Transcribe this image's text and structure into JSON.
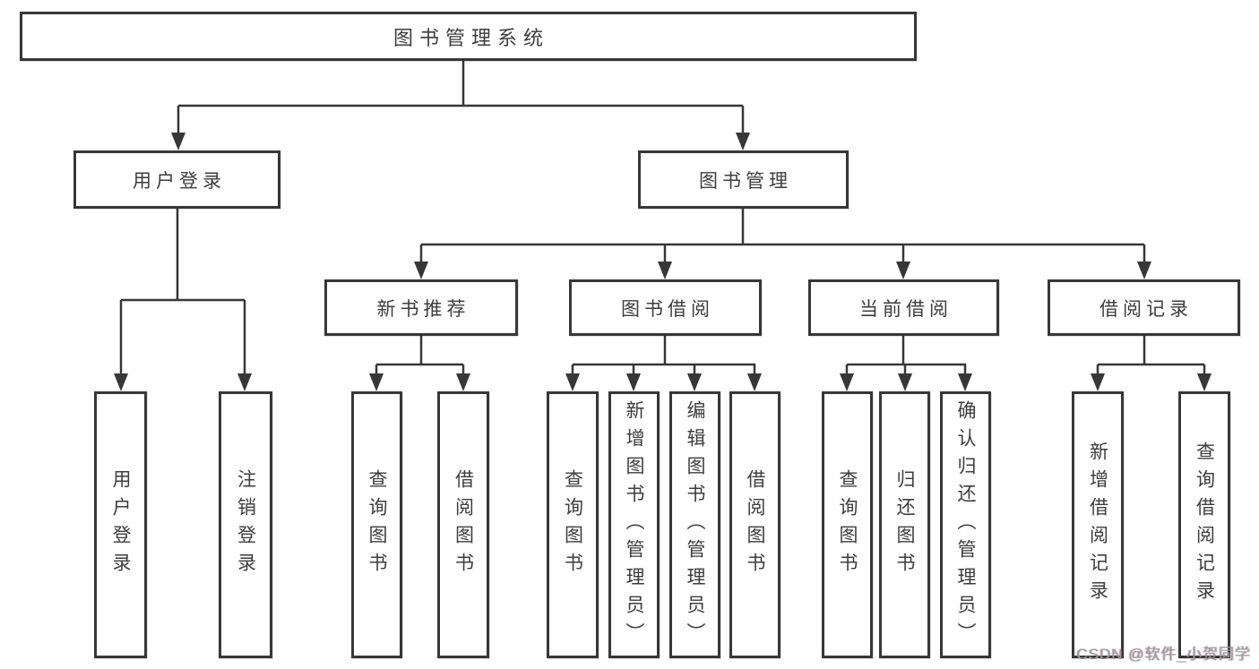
{
  "diagram_type": "tree",
  "tree": {
    "label": "图书管理系统",
    "children": [
      {
        "label": "用户登录",
        "children": [
          {
            "label": "用户登录"
          },
          {
            "label": "注销登录"
          }
        ]
      },
      {
        "label": "图书管理",
        "children": [
          {
            "label": "新书推荐",
            "children": [
              {
                "label": "查询图书"
              },
              {
                "label": "借阅图书"
              }
            ]
          },
          {
            "label": "图书借阅",
            "children": [
              {
                "label": "查询图书"
              },
              {
                "label": "新增图书（管理员）"
              },
              {
                "label": "编辑图书（管理员）"
              },
              {
                "label": "借阅图书"
              }
            ]
          },
          {
            "label": "当前借阅",
            "children": [
              {
                "label": "查询图书"
              },
              {
                "label": "归还图书"
              },
              {
                "label": "确认归还（管理员）"
              }
            ]
          },
          {
            "label": "借阅记录",
            "children": [
              {
                "label": "新增借阅记录"
              },
              {
                "label": "查询借阅记录"
              }
            ]
          }
        ]
      }
    ]
  },
  "watermark": {
    "text": "CSDN @软件_小贺同学"
  },
  "colors": {
    "line": "#373737",
    "text": "#3d3d3d",
    "background": "#ffffff",
    "watermark": "#9a9a9a"
  }
}
